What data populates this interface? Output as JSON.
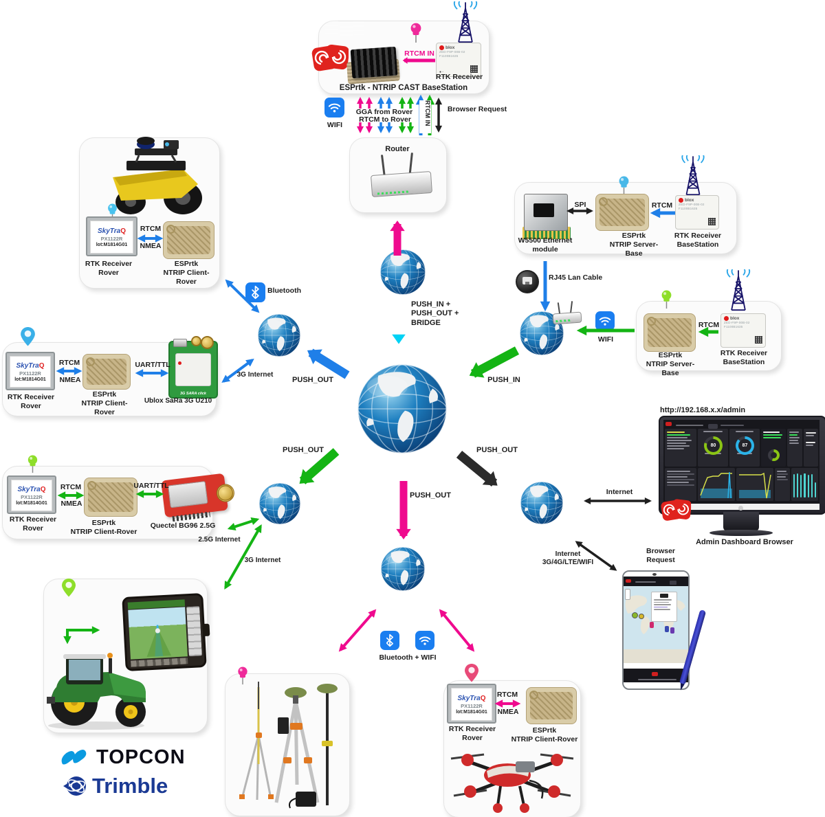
{
  "cast_station": {
    "title": "ESPrtk - NTRIP CAST BaseStation",
    "receiver": "RTK Receiver",
    "rtcm_in": "RTCM IN"
  },
  "uplink": {
    "wifi": "WIFI",
    "gga": "GGA from Rover",
    "rtcm": "RTCM to Rover",
    "rtcm_in": "RTCM IN",
    "browser": "Browser Request"
  },
  "router_box": {
    "title": "Router"
  },
  "hub": {
    "bridge": "PUSH_IN +\nPUSH_OUT +\nBRIDGE",
    "push_out_left": "PUSH_OUT",
    "push_in": "PUSH_IN",
    "push_out_sw": "PUSH_OUT",
    "push_out_se": "PUSH_OUT",
    "push_out_s": "PUSH_OUT"
  },
  "eth_station": {
    "module": "W5500 Ethernet\nmodule",
    "spi": "SPI",
    "esprtk": "ESPrtk\nNTRIP Server-Base",
    "rtcm": "RTCM",
    "receiver": "RTK Receiver\nBaseStation",
    "rj45": "RJ45 Lan Cable"
  },
  "wifi_station": {
    "wifi": "WIFI",
    "esprtk": "ESPrtk\nNTRIP Server-Base",
    "rtcm": "RTCM",
    "receiver": "RTK Receiver\nBaseStation"
  },
  "gnss": {
    "brand_a": "SkyTra",
    "brand_b": "Q",
    "model": "PX1122R",
    "lot": "lot:M1814G01"
  },
  "ublox_chip": {
    "brand": "blox",
    "line1": "ZED-F9P-00B-02",
    "line2": "F1100B1635"
  },
  "robot_rover": {
    "rtcm": "RTCM",
    "nmea": "NMEA",
    "receiver": "RTK Receiver\nRover",
    "esprtk": "ESPrtk\nNTRIP Client-Rover"
  },
  "sara_rover": {
    "rtcm": "RTCM",
    "nmea": "NMEA",
    "uart": "UART/TTL",
    "receiver": "RTK Receiver\nRover",
    "esprtk": "ESPrtk\nNTRIP Client-Rover",
    "modem": "Ublox SaRa 3G U210",
    "board": "3G SARA click"
  },
  "bg96_rover": {
    "rtcm": "RTCM",
    "nmea": "NMEA",
    "uart": "UART/TTL",
    "receiver": "RTK Receiver\nRover",
    "esprtk": "ESPrtk\nNTRIP Client-Rover",
    "modem": "Quectel BG96 2.5G"
  },
  "drone_rover": {
    "rtcm": "RTCM",
    "nmea": "NMEA",
    "receiver": "RTK Receiver\nRover",
    "esprtk": "ESPrtk\nNTRIP Client-Rover"
  },
  "links": {
    "bluetooth": "Bluetooth",
    "internet_3g_mid": "3G Internet",
    "internet_25g": "2.5G Internet",
    "internet_3g_low": "3G Internet",
    "bt_wifi": "Bluetooth + WIFI",
    "internet": "Internet",
    "internet_cell": "Internet\n3G/4G/LTE/WIFI",
    "browser_request": "Browser\nRequest"
  },
  "brands": {
    "topcon": "TOPCON",
    "trimble": "Trimble"
  },
  "admin": {
    "url": "http://192.168.x.x/admin",
    "caption": "Admin Dashboard Browser",
    "gauge1": "80",
    "gauge2": "87"
  },
  "colors": {
    "pink": "#ef0a8e",
    "blue": "#1f7fe8",
    "green": "#14b414",
    "cyan": "#00d2f5",
    "black": "#1f1f1f"
  }
}
